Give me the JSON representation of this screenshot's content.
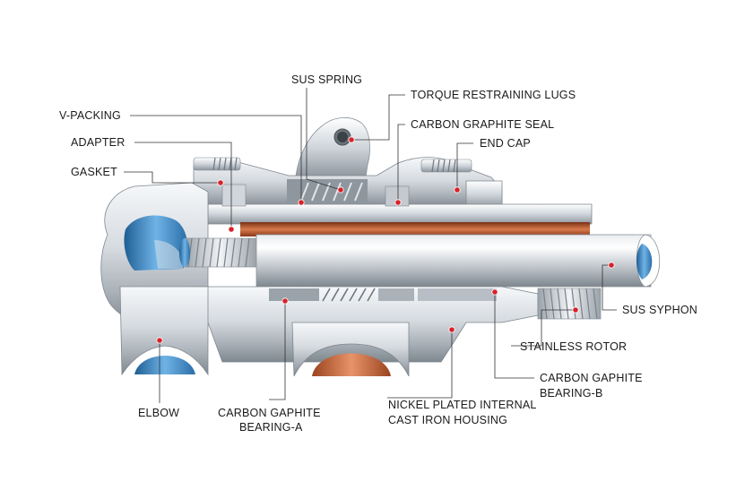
{
  "labels": {
    "sus_spring": "SUS SPRING",
    "torque_restraining_lugs": "TORQUE RESTRAINING LUGS",
    "v_packing": "V-PACKING",
    "carbon_graphite_seal": "CARBON GRAPHITE SEAL",
    "adapter": "ADAPTER",
    "end_cap": "END CAP",
    "gasket": "GASKET",
    "sus_syphon": "SUS SYPHON",
    "stainless_rotor": "STAINLESS ROTOR",
    "carbon_gaphite_bearing_b_line1": "CARBON GAPHITE",
    "carbon_gaphite_bearing_b_line2": "BEARING-B",
    "nickel_housing_line1": "NICKEL PLATED INTERNAL",
    "nickel_housing_line2": "CAST IRON HOUSING",
    "carbon_gaphite_bearing_a_line1": "CARBON GAPHITE",
    "carbon_gaphite_bearing_a_line2": "BEARING-A",
    "elbow": "ELBOW"
  },
  "colors": {
    "metal_light": "#eef1f4",
    "metal_mid": "#b9c0c7",
    "metal_dark": "#6e767e",
    "copper": "#b5552e",
    "blue": "#3f86c0",
    "marker": "#d8222a"
  }
}
